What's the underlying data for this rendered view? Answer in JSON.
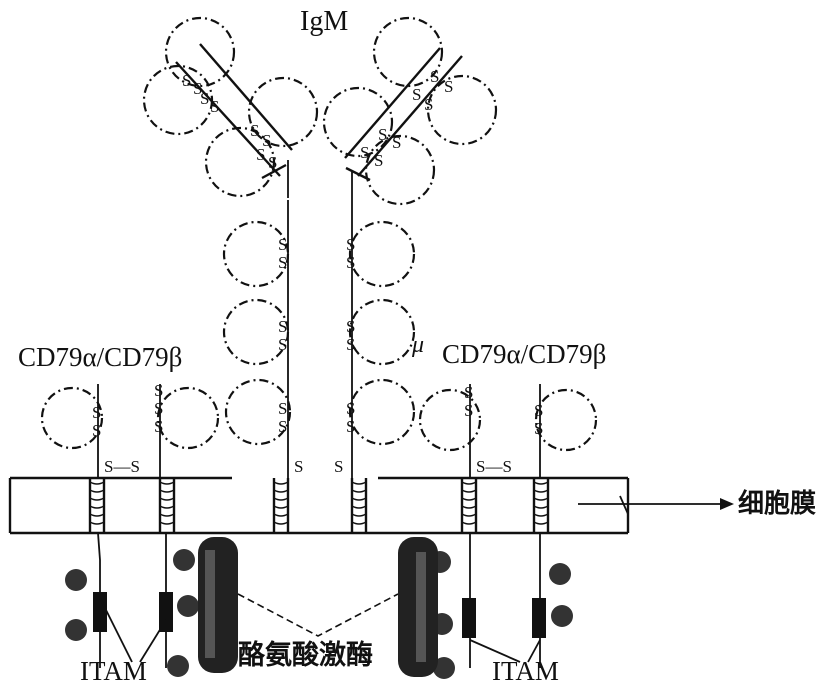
{
  "diagram": {
    "title": "IgM",
    "heavy_chain_label": "μ",
    "left_coreceptor_label": "CD79α/CD79β",
    "right_coreceptor_label": "CD79α/CD79β",
    "membrane_label": "细胞膜",
    "kinase_label": "酪氨酸激酶",
    "itam_left_label": "ITAM",
    "itam_right_label": "ITAM",
    "disulfide_symbol": "S",
    "bridge_text": "S—S"
  }
}
